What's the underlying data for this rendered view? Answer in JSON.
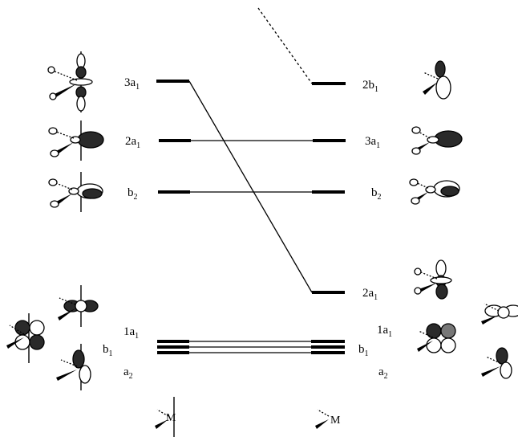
{
  "left_labels": [
    {
      "main": "3a",
      "sub": "1"
    },
    {
      "main": "2a",
      "sub": "1"
    },
    {
      "main": "b",
      "sub": "2"
    },
    {
      "main": "1a",
      "sub": "1"
    },
    {
      "main": "b",
      "sub": "1"
    },
    {
      "main": "a",
      "sub": "2"
    }
  ],
  "right_labels": [
    {
      "main": "2b",
      "sub": "1"
    },
    {
      "main": "3a",
      "sub": "1"
    },
    {
      "main": "b",
      "sub": "2"
    },
    {
      "main": "2a",
      "sub": "1"
    },
    {
      "main": "1a",
      "sub": "1"
    },
    {
      "main": "b",
      "sub": "1"
    },
    {
      "main": "a",
      "sub": "2"
    }
  ],
  "fragments": {
    "left_metal": "M",
    "right_metal": "M"
  },
  "colors": {
    "ink": "#000000",
    "lobe_dark": "#2a2a2a",
    "lobe_shade": "#777777",
    "background": "#ffffff"
  }
}
